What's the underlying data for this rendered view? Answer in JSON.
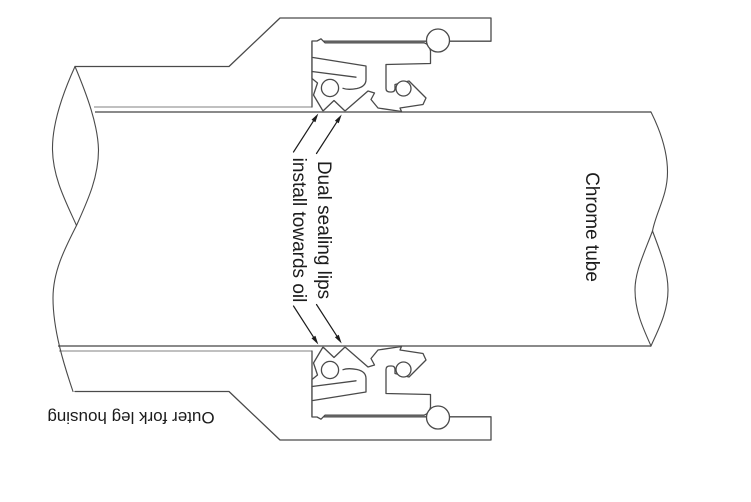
{
  "diagram": {
    "type": "technical-cross-section",
    "labels": {
      "seal_note_line1": "Dual sealing lips",
      "seal_note_line2": "install towards oil",
      "tube": "Chrome tube",
      "housing": "Outer fork leg housing"
    },
    "colors": {
      "background": "#ffffff",
      "outline": "#4a4a4a",
      "tube_line": "#8a8a8a",
      "bore_line": "#9a9a9a",
      "text": "#1c1c1c"
    }
  }
}
